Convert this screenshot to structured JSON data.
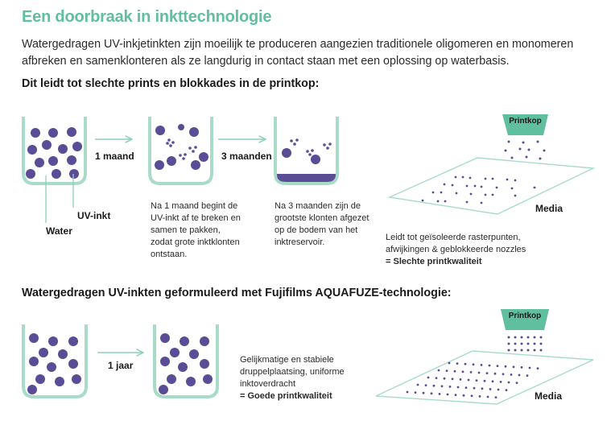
{
  "title": "Een doorbraak in inkttechnologie",
  "intro": "Watergedragen UV-inkjetinkten zijn moeilijk te produceren aangezien traditionele oligomeren en monomeren afbreken en samenklonteren als ze langdurig in contact staan met een oplossing op waterbasis.",
  "section1": {
    "heading": "Dit leidt tot slechte prints en blokkades in de printkop:",
    "arrow1_label": "1 maand",
    "arrow2_label": "3 maanden",
    "label_water": "Water",
    "label_uv_ink": "UV-inkt",
    "caption1": "Na 1 maand begint de UV-inkt af te breken en samen te pakken, zodat grote inktklonten ontstaan.",
    "caption2": "Na 3 maanden zijn de grootste klonten afgezet op de bodem van het inktreservoir.",
    "printhead_label": "Printkop",
    "media_label": "Media",
    "result_text": "Leidt tot geïsoleerde rasterpunten, afwijkingen & geblokkeerde nozzles",
    "result_bold": "= Slechte printkwaliteit"
  },
  "section2": {
    "heading": "Watergedragen UV-inkten geformuleerd met Fujifilms AQUAFUZE-technologie:",
    "arrow_label": "1 jaar",
    "printhead_label": "Printkop",
    "media_label": "Media",
    "result_text": "Gelijkmatige en stabiele druppelplaatsing, uniforme inktoverdracht",
    "result_bold": "= Goede printkwaliteit"
  },
  "colors": {
    "accent_green": "#5fbf9f",
    "ink_purple": "#5a4d96",
    "container": "#a8dcc8"
  }
}
